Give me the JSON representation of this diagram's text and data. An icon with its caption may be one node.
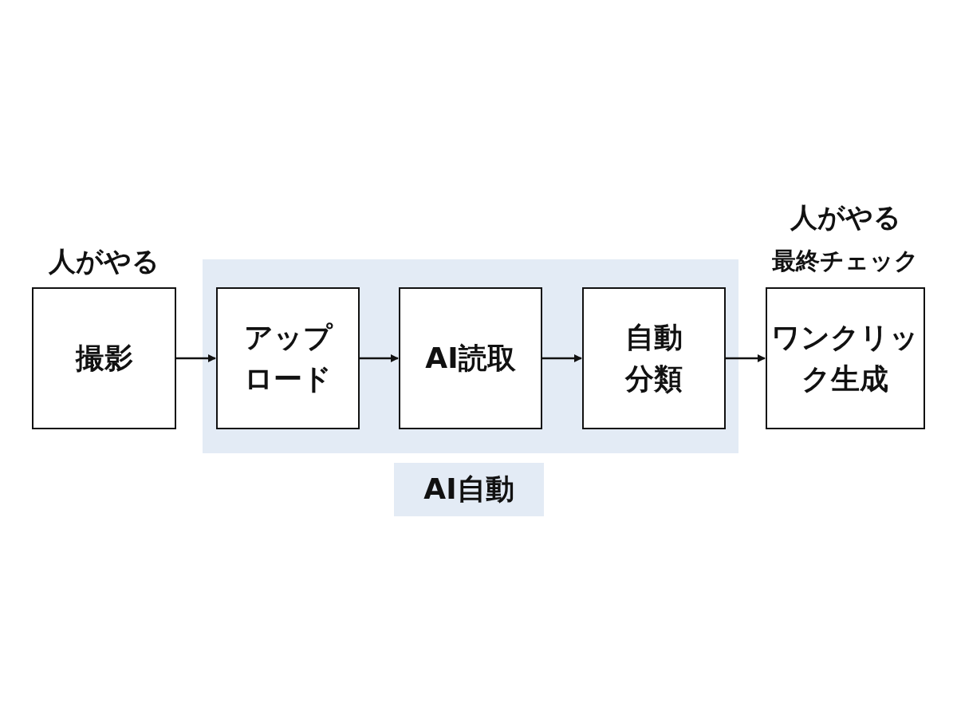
{
  "diagram": {
    "nodes": [
      {
        "text": [
          "人がやる",
          "撮影"
        ]
      },
      {
        "text": [],
        "shape": "box"
      },
      {
        "text": [
          "アップロード"
        ],
        "in": 1
      },
      {
        "text": [
          "AI読取"
        ],
        "in": 1
      },
      {
        "text": [
          "自動分類"
        ],
        "in": 1
      },
      {
        "text": [
          "AI自動"
        ]
      },
      {
        "text": [
          "人がやる",
          "最終チェック",
          "ワンクリック生成"
        ]
      }
    ],
    "edges": [
      {
        "from": 0,
        "to": 2,
        "arrow": "to"
      },
      {
        "from": 2,
        "to": 3,
        "arrow": "to"
      },
      {
        "from": 3,
        "to": 4,
        "arrow": "to"
      },
      {
        "from": 4,
        "to": 6,
        "arrow": "to"
      }
    ]
  }
}
